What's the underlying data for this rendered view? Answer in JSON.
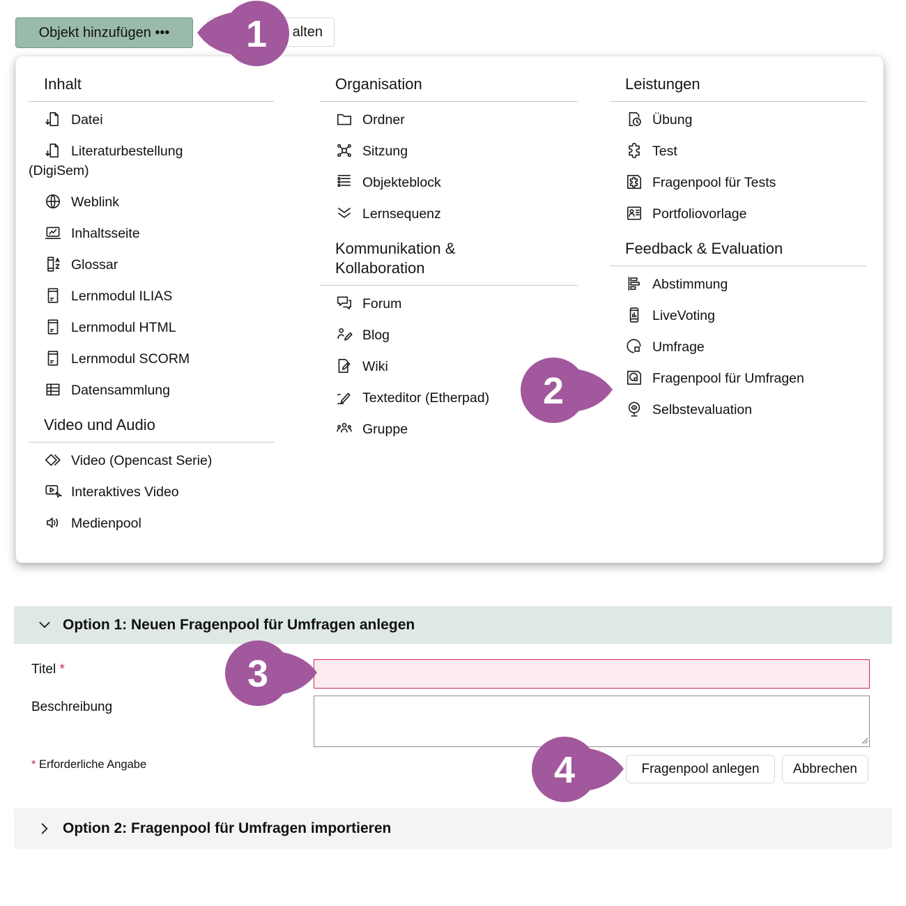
{
  "toolbar": {
    "add_object_label": "Objekt hinzufügen •••",
    "partial_button_label": "alten"
  },
  "callouts": [
    {
      "number": "1"
    },
    {
      "number": "2"
    },
    {
      "number": "3"
    },
    {
      "number": "4"
    }
  ],
  "colors": {
    "accent_green": "#9abbaa",
    "callout_purple": "#a2589d",
    "error_red": "#c62a5e",
    "option1_band_bg": "#dfe9e3",
    "option2_band_bg": "#f4f4f6"
  },
  "menu": {
    "columns": [
      {
        "sections": [
          {
            "title": "Inhalt",
            "items": [
              {
                "icon": "file-download-icon",
                "label": "Datei"
              },
              {
                "icon": "file-download-icon",
                "label": "Literaturbestellung (DigiSem)"
              },
              {
                "icon": "globe-icon",
                "label": "Weblink"
              },
              {
                "icon": "content-page-icon",
                "label": "Inhaltsseite"
              },
              {
                "icon": "glossary-icon",
                "label": "Glossar"
              },
              {
                "icon": "learning-module-icon",
                "label": "Lernmodul ILIAS"
              },
              {
                "icon": "learning-module-icon",
                "label": "Lernmodul HTML"
              },
              {
                "icon": "learning-module-icon",
                "label": "Lernmodul SCORM"
              },
              {
                "icon": "table-icon",
                "label": "Datensammlung"
              }
            ]
          },
          {
            "title": "Video und Audio",
            "items": [
              {
                "icon": "opencast-video-icon",
                "label": "Video (Opencast Serie)"
              },
              {
                "icon": "interactive-video-icon",
                "label": "Interaktives Video"
              },
              {
                "icon": "mediapool-icon",
                "label": "Medienpool"
              }
            ]
          }
        ]
      },
      {
        "sections": [
          {
            "title": "Organisation",
            "items": [
              {
                "icon": "folder-icon",
                "label": "Ordner"
              },
              {
                "icon": "session-icon",
                "label": "Sitzung"
              },
              {
                "icon": "item-block-icon",
                "label": "Objekteblock"
              },
              {
                "icon": "learning-sequence-icon",
                "label": "Lernsequenz"
              }
            ]
          },
          {
            "title": "Kommunikation & Kollaboration",
            "items": [
              {
                "icon": "forum-icon",
                "label": "Forum"
              },
              {
                "icon": "blog-icon",
                "label": "Blog"
              },
              {
                "icon": "wiki-icon",
                "label": "Wiki"
              },
              {
                "icon": "etherpad-icon",
                "label": "Texteditor (Etherpad)"
              },
              {
                "icon": "group-icon",
                "label": "Gruppe"
              }
            ]
          }
        ]
      },
      {
        "sections": [
          {
            "title": "Leistungen",
            "items": [
              {
                "icon": "exercise-icon",
                "label": "Übung"
              },
              {
                "icon": "test-puzzle-icon",
                "label": "Test"
              },
              {
                "icon": "questionpool-test-icon",
                "label": "Fragenpool für Tests"
              },
              {
                "icon": "portfolio-template-icon",
                "label": "Portfoliovorlage"
              }
            ]
          },
          {
            "title": "Feedback & Evaluation",
            "items": [
              {
                "icon": "poll-icon",
                "label": "Abstimmung"
              },
              {
                "icon": "livevoting-icon",
                "label": "LiveVoting"
              },
              {
                "icon": "survey-pie-icon",
                "label": "Umfrage"
              },
              {
                "icon": "questionpool-survey-icon",
                "label": "Fragenpool für Umfragen"
              },
              {
                "icon": "self-evaluation-icon",
                "label": "Selbstevaluation"
              }
            ]
          }
        ]
      }
    ]
  },
  "form": {
    "option1_title": "Option 1: Neuen Fragenpool für Umfragen anlegen",
    "title_label": "Titel",
    "required_marker": "*",
    "title_value": "",
    "description_label": "Beschreibung",
    "description_value": "",
    "required_note": "Erforderliche Angabe",
    "create_button": "Fragenpool anlegen",
    "cancel_button": "Abbrechen",
    "option2_title": "Option 2: Fragenpool für Umfragen importieren"
  }
}
